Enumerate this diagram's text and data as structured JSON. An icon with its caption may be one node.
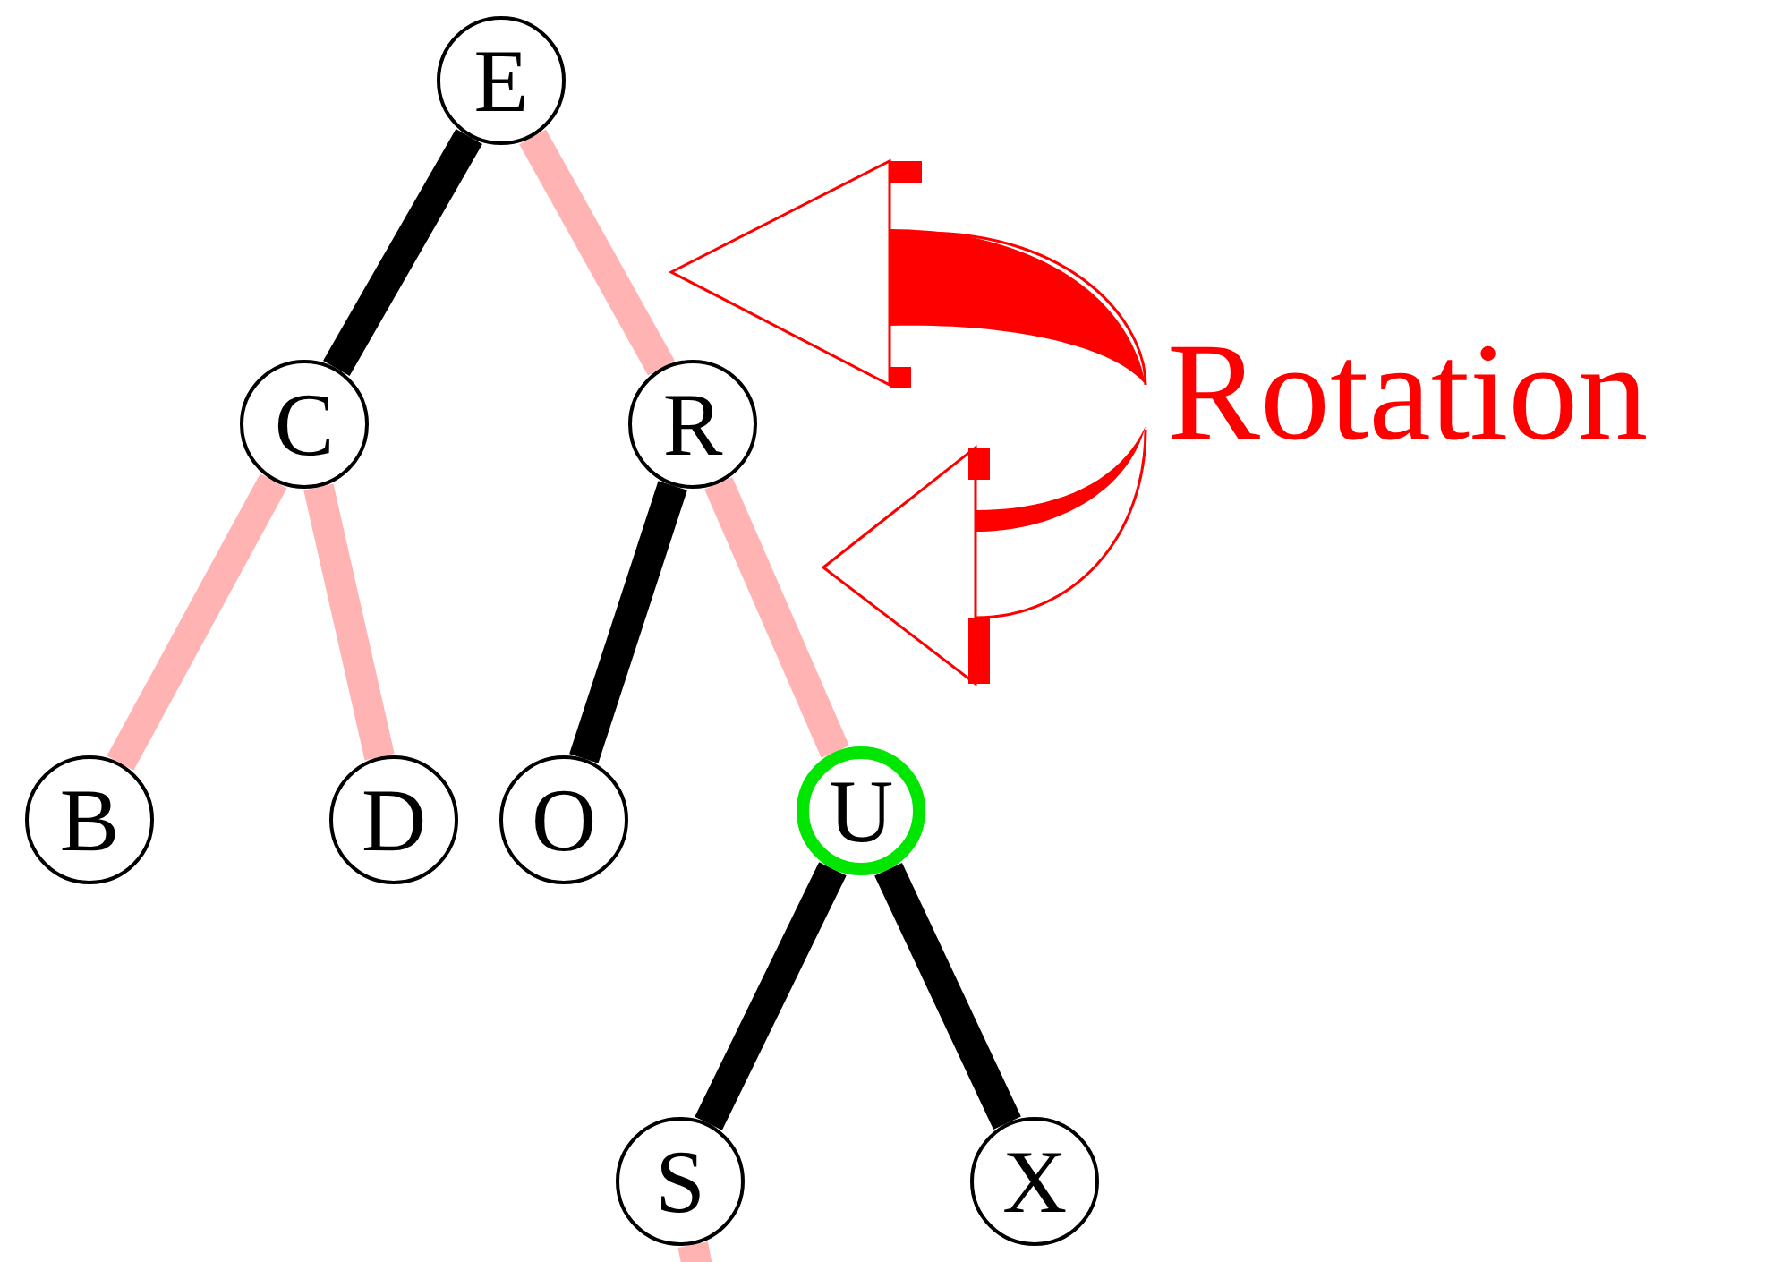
{
  "diagram": {
    "nodes": [
      {
        "text": [
          "E"
        ]
      },
      {
        "text": [
          "C"
        ]
      },
      {
        "text": [
          "R"
        ]
      },
      {
        "text": [
          "B"
        ]
      },
      {
        "text": [
          "D"
        ]
      },
      {
        "text": [
          "O"
        ]
      },
      {
        "text": [
          "U"
        ]
      },
      {
        "text": [
          "S"
        ]
      },
      {
        "text": [
          "X"
        ]
      }
    ],
    "edges": [
      {
        "from": 0,
        "to": 1,
        "arrow": "none",
        "color": "#000000"
      },
      {
        "from": 0,
        "to": 2,
        "arrow": "none"
      },
      {
        "from": 1,
        "to": 3,
        "arrow": "none"
      },
      {
        "from": 1,
        "to": 4,
        "arrow": "none"
      },
      {
        "from": 2,
        "to": 5,
        "arrow": "none",
        "color": "#000000"
      },
      {
        "from": 2,
        "to": 6,
        "arrow": "none"
      },
      {
        "from": 6,
        "to": 7,
        "arrow": "none",
        "color": "#000000"
      },
      {
        "from": 6,
        "to": 8,
        "arrow": "none",
        "color": "#000000"
      },
      {
        "from": 7,
        "to": null,
        "arrow": "none"
      }
    ],
    "labels": [
      "Rotation"
    ]
  }
}
